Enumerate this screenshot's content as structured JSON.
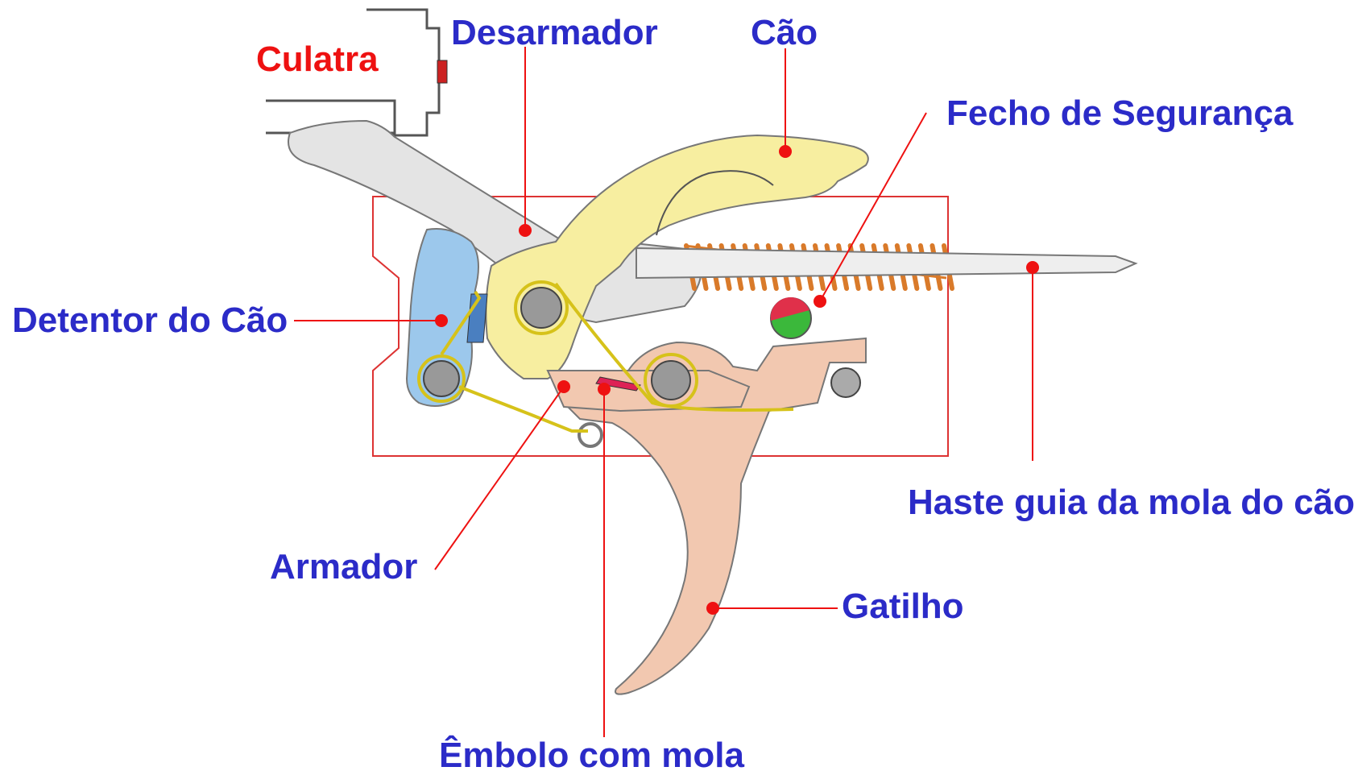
{
  "labels": {
    "culatra": "Culatra",
    "desarmador": "Desarmador",
    "cao": "Cão",
    "fecho_seguranca": "Fecho de Segurança",
    "detentor_cao": "Detentor do Cão",
    "haste_guia": "Haste guia da mola do cão",
    "armador": "Armador",
    "gatilho": "Gatilho",
    "embolo_mola": "Êmbolo com mola"
  },
  "colors": {
    "label_text": "#2b2bc8",
    "highlight_label": "#ee1111",
    "leader_line": "#ee1111",
    "hammer": "#f7eea0",
    "trigger": "#f2c8b0",
    "hammer_catch": "#9cc8ec",
    "spring": "#d97a2a",
    "frame": "#dd3333"
  }
}
